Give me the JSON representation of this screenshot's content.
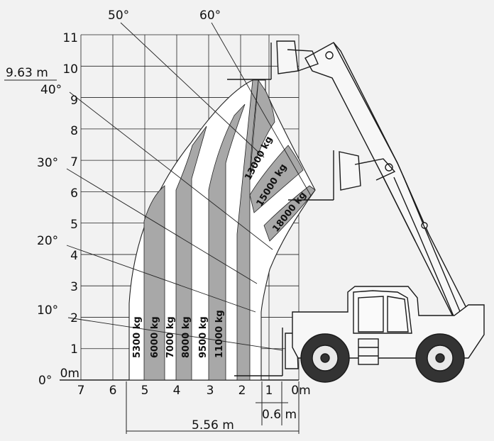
{
  "chart_data": {
    "type": "load-chart",
    "y_ticks": [
      "11",
      "10",
      "9",
      "8",
      "7",
      "6",
      "5",
      "4",
      "3",
      "2",
      "1",
      "0m"
    ],
    "x_ticks": [
      "7",
      "6",
      "5",
      "4",
      "3",
      "2",
      "1",
      "0m"
    ],
    "angles": [
      "0°",
      "10°",
      "20°",
      "30°",
      "40°",
      "50°",
      "60°"
    ],
    "max_height_label": "9.63 m",
    "dim_small": "0.6 m",
    "dim_total": "5.56 m",
    "band_capacities": [
      "5300 kg",
      "6000 kg",
      "7000 kg",
      "8000 kg",
      "9500 kg",
      "11000 kg"
    ],
    "curve_capacities": [
      "13000 kg",
      "15000 kg",
      "18000 kg"
    ]
  }
}
